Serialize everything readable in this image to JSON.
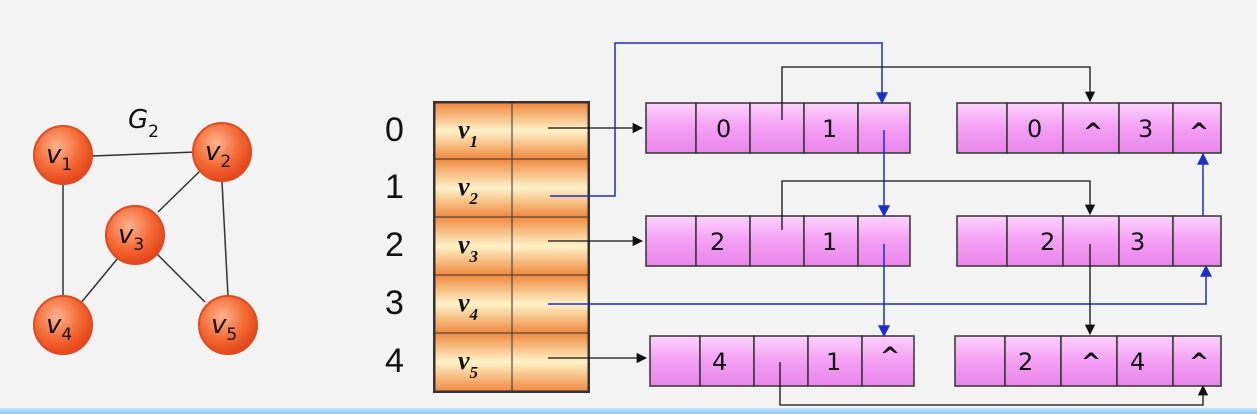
{
  "graph": {
    "title": "G",
    "title_sub": "2",
    "vertices": [
      {
        "letter": "v",
        "sub": "1"
      },
      {
        "letter": "v",
        "sub": "2"
      },
      {
        "letter": "v",
        "sub": "3"
      },
      {
        "letter": "v",
        "sub": "4"
      },
      {
        "letter": "v",
        "sub": "5"
      }
    ],
    "edges": [
      [
        0,
        1
      ],
      [
        0,
        3
      ],
      [
        1,
        2
      ],
      [
        1,
        4
      ],
      [
        2,
        3
      ],
      [
        2,
        4
      ]
    ]
  },
  "vertex_array": {
    "indices": [
      "0",
      "1",
      "2",
      "3",
      "4"
    ],
    "labels": [
      {
        "letter": "v",
        "sub": "1"
      },
      {
        "letter": "v",
        "sub": "2"
      },
      {
        "letter": "v",
        "sub": "3"
      },
      {
        "letter": "v",
        "sub": "4"
      },
      {
        "letter": "v",
        "sub": "5"
      }
    ]
  },
  "edge_nodes": [
    {
      "ivex": "0",
      "jvex": "1",
      "ilink": "",
      "jlink": ""
    },
    {
      "ivex": "0",
      "jvex": "3",
      "ilink": "^",
      "jlink": "^"
    },
    {
      "ivex": "2",
      "jvex": "1",
      "ilink": "",
      "jlink": ""
    },
    {
      "ivex": "2",
      "jvex": "3",
      "ilink": "",
      "jlink": ""
    },
    {
      "ivex": "4",
      "jvex": "1",
      "ilink": "",
      "jlink": "^"
    },
    {
      "ivex": "2",
      "jvex": "4",
      "ilink": "^",
      "jlink": "^"
    }
  ],
  "colors": {
    "node_fill": "#f05a2a",
    "array_fill": "#f6a05a",
    "edge_cell_fill": "#f29af2",
    "blue_pointer": "#1a30c8"
  }
}
